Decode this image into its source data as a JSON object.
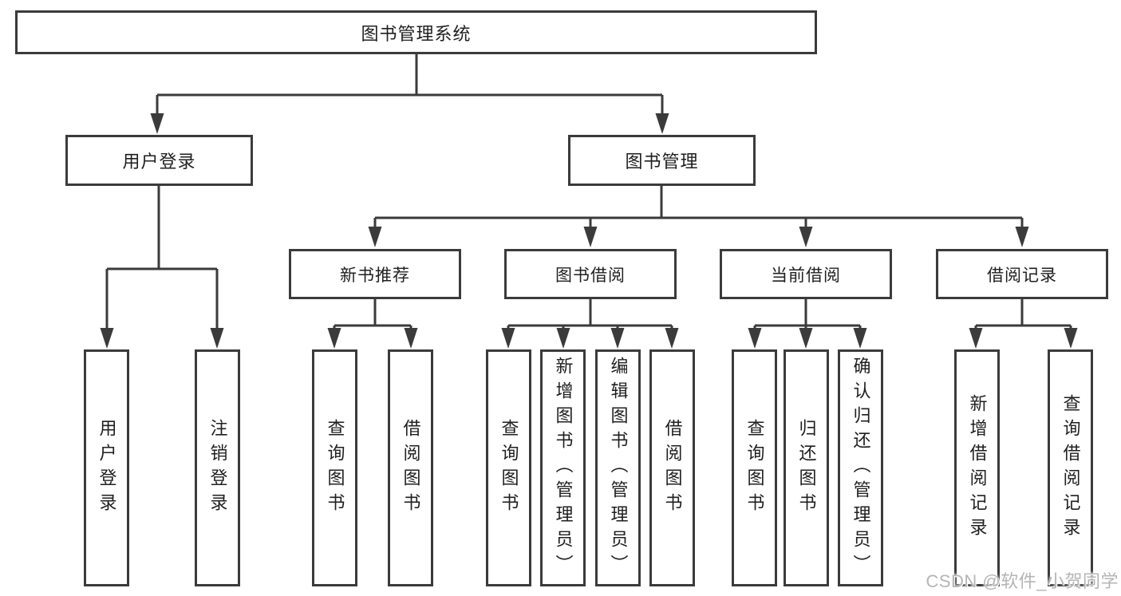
{
  "diagram": {
    "type": "hierarchy-tree",
    "root": "图书管理系统",
    "branches": [
      {
        "label": "用户登录",
        "children": [
          "用户登录",
          "注销登录"
        ]
      },
      {
        "label": "图书管理",
        "sections": [
          {
            "label": "新书推荐",
            "children": [
              "查询图书",
              "借阅图书"
            ]
          },
          {
            "label": "图书借阅",
            "children": [
              "查询图书",
              "新增图书（管理员）",
              "编辑图书（管理员）",
              "借阅图书"
            ]
          },
          {
            "label": "当前借阅",
            "children": [
              "查询图书",
              "归还图书",
              "确认归还（管理员）"
            ]
          },
          {
            "label": "借阅记录",
            "children": [
              "新增借阅记录",
              "查询借阅记录"
            ]
          }
        ]
      }
    ]
  },
  "watermark": {
    "text": "CSDN @软件_小贺同学"
  },
  "colors": {
    "line": "#3b3b3b",
    "box_border": "#3b3b3b",
    "text": "#1f1f1f",
    "watermark": "#b5b5b5",
    "background": "#ffffff"
  }
}
